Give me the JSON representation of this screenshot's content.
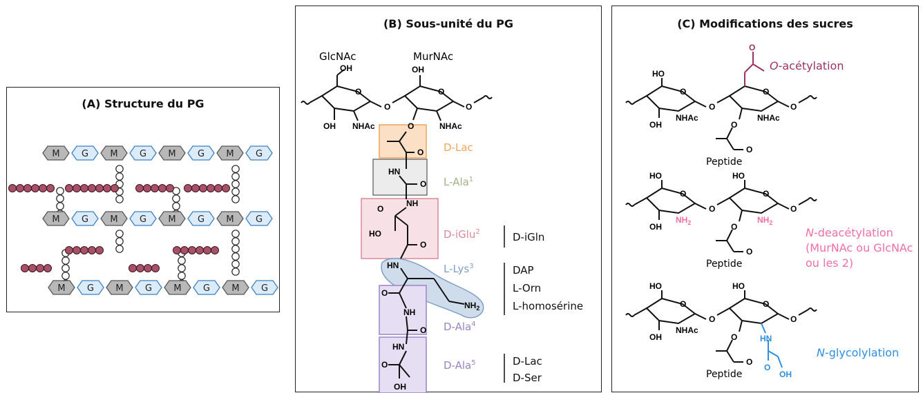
{
  "panel_a": {
    "title": "(A) Structure du PG",
    "rows": [
      [
        "M",
        "G",
        "M",
        "G",
        "M",
        "G",
        "M",
        "G"
      ],
      [
        "M",
        "G",
        "M",
        "G",
        "M",
        "G",
        "M",
        "G"
      ],
      [
        "M",
        "G",
        "M",
        "G",
        "M",
        "G",
        "M",
        "G"
      ]
    ]
  },
  "panel_b": {
    "title": "(B) Sous-unité du PG",
    "sugar_glc": "GlcNAc",
    "sugar_mur": "MurNAc",
    "residues": [
      {
        "label": "D-Lac",
        "sup": "",
        "color": "#f3a45d"
      },
      {
        "label": "L-Ala",
        "sup": "1",
        "color": "#a0b084"
      },
      {
        "label": "D-iGlu",
        "sup": "2",
        "color": "#d9899a"
      },
      {
        "label": "L-Lys",
        "sup": "3",
        "color": "#7f9fc4"
      },
      {
        "label": "D-Ala",
        "sup": "4",
        "color": "#9a84c4"
      },
      {
        "label": "D-Ala",
        "sup": "5",
        "color": "#9a84c4"
      }
    ],
    "alt_iglu": [
      "D-iGln"
    ],
    "alt_lys": [
      "DAP",
      "L-Orn",
      "L-homosérine"
    ],
    "alt_ala5": [
      "D-Lac",
      "D-Ser"
    ],
    "atoms": {
      "oh": "OH",
      "nhac": "NHAc",
      "o": "O",
      "hn": "HN",
      "nh": "NH",
      "nh2": "NH",
      "nh2_sub": "2",
      "ho": "HO"
    }
  },
  "panel_c": {
    "title": "(C) Modifications des sucres",
    "mod1_italic": "O",
    "mod1_rest": "-acétylation",
    "mod1_color": "#9b3366",
    "mod2_italic": "N",
    "mod2_rest": "-deacétylation",
    "mod2_line2": "(MurNAc ou GlcNAc",
    "mod2_line3": "ou les 2)",
    "mod2_color": "#f06fa5",
    "mod3_italic": "N",
    "mod3_rest": "-glycolylation",
    "mod3_color": "#2e8fe0",
    "peptide": "Peptide",
    "atoms": {
      "ho": "HO",
      "oh": "OH",
      "nhac": "NHAc",
      "nh2": "NH",
      "nh2_sub": "2",
      "hn": "HN",
      "o": "O"
    }
  }
}
